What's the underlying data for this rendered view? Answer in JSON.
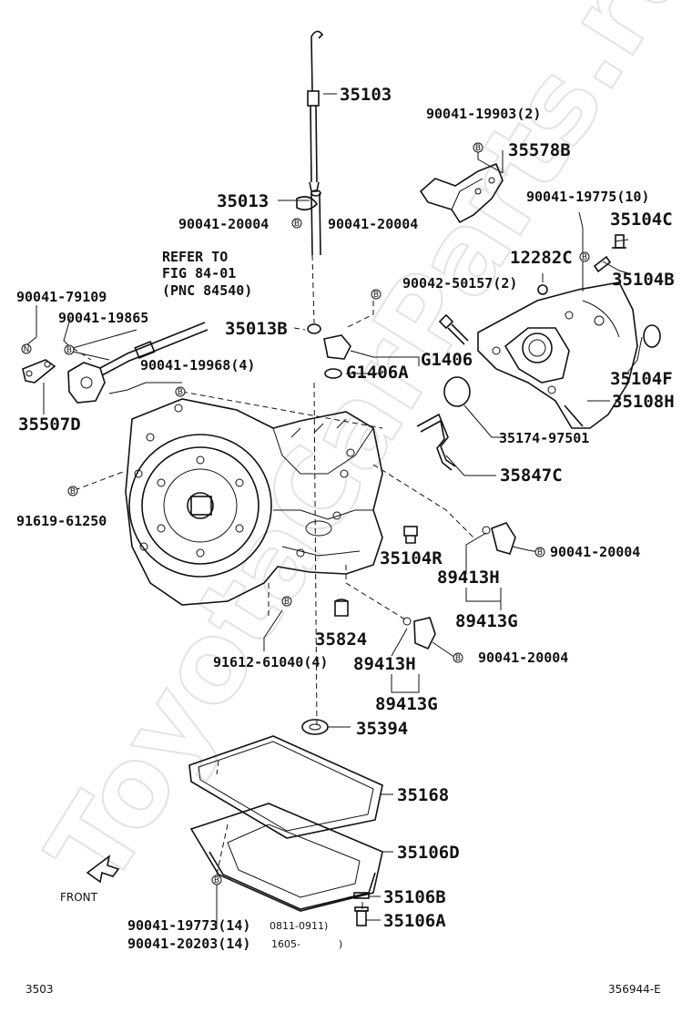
{
  "diagram": {
    "watermark": "ToyotaCarParts.ru",
    "page_number": "3503",
    "figure_code": "356944-E",
    "refer": {
      "line1": "REFER TO",
      "line2": "FIG 84-01",
      "line3": "(PNC 84540)"
    },
    "front_label": "FRONT",
    "bolt_symbol": "B",
    "nut_symbol": "N",
    "parts": {
      "p35103": "35103",
      "p90041_19903": "90041-19903(2)",
      "p35578B": "35578B",
      "p35013": "35013",
      "p90041_20004_a": "90041-20004",
      "p90041_20004_b": "90041-20004",
      "p90041_19775": "90041-19775(10)",
      "p35104C": "35104C",
      "p12282C": "12282C",
      "p35104B": "35104B",
      "p90042_50157": "90042-50157(2)",
      "p90041_79109": "90041-79109",
      "p90041_19865": "90041-19865",
      "p35013B": "35013B",
      "pG1406": "G1406",
      "pG1406A": "G1406A",
      "p90041_19968": "90041-19968(4)",
      "p35104F": "35104F",
      "p35108H": "35108H",
      "p35507D": "35507D",
      "p35174_97501": "35174-97501",
      "p35847C": "35847C",
      "p91619_61250": "91619-61250",
      "p35104R": "35104R",
      "p90041_20004_c": "90041-20004",
      "p89413H_a": "89413H",
      "p89413G_a": "89413G",
      "p35824": "35824",
      "p91612_61040": "91612-61040(4)",
      "p89413H_b": "89413H",
      "p90041_20004_d": "90041-20004",
      "p89413G_b": "89413G",
      "p35394": "35394",
      "p35168": "35168",
      "p35106D": "35106D",
      "p35106B": "35106B",
      "p35106A": "35106A",
      "p90041_19773": "90041-19773(14)",
      "p90041_20203": "90041-20203(14)",
      "date1": "0811-0911)",
      "date2": "1605-",
      "date_close": ")"
    }
  }
}
